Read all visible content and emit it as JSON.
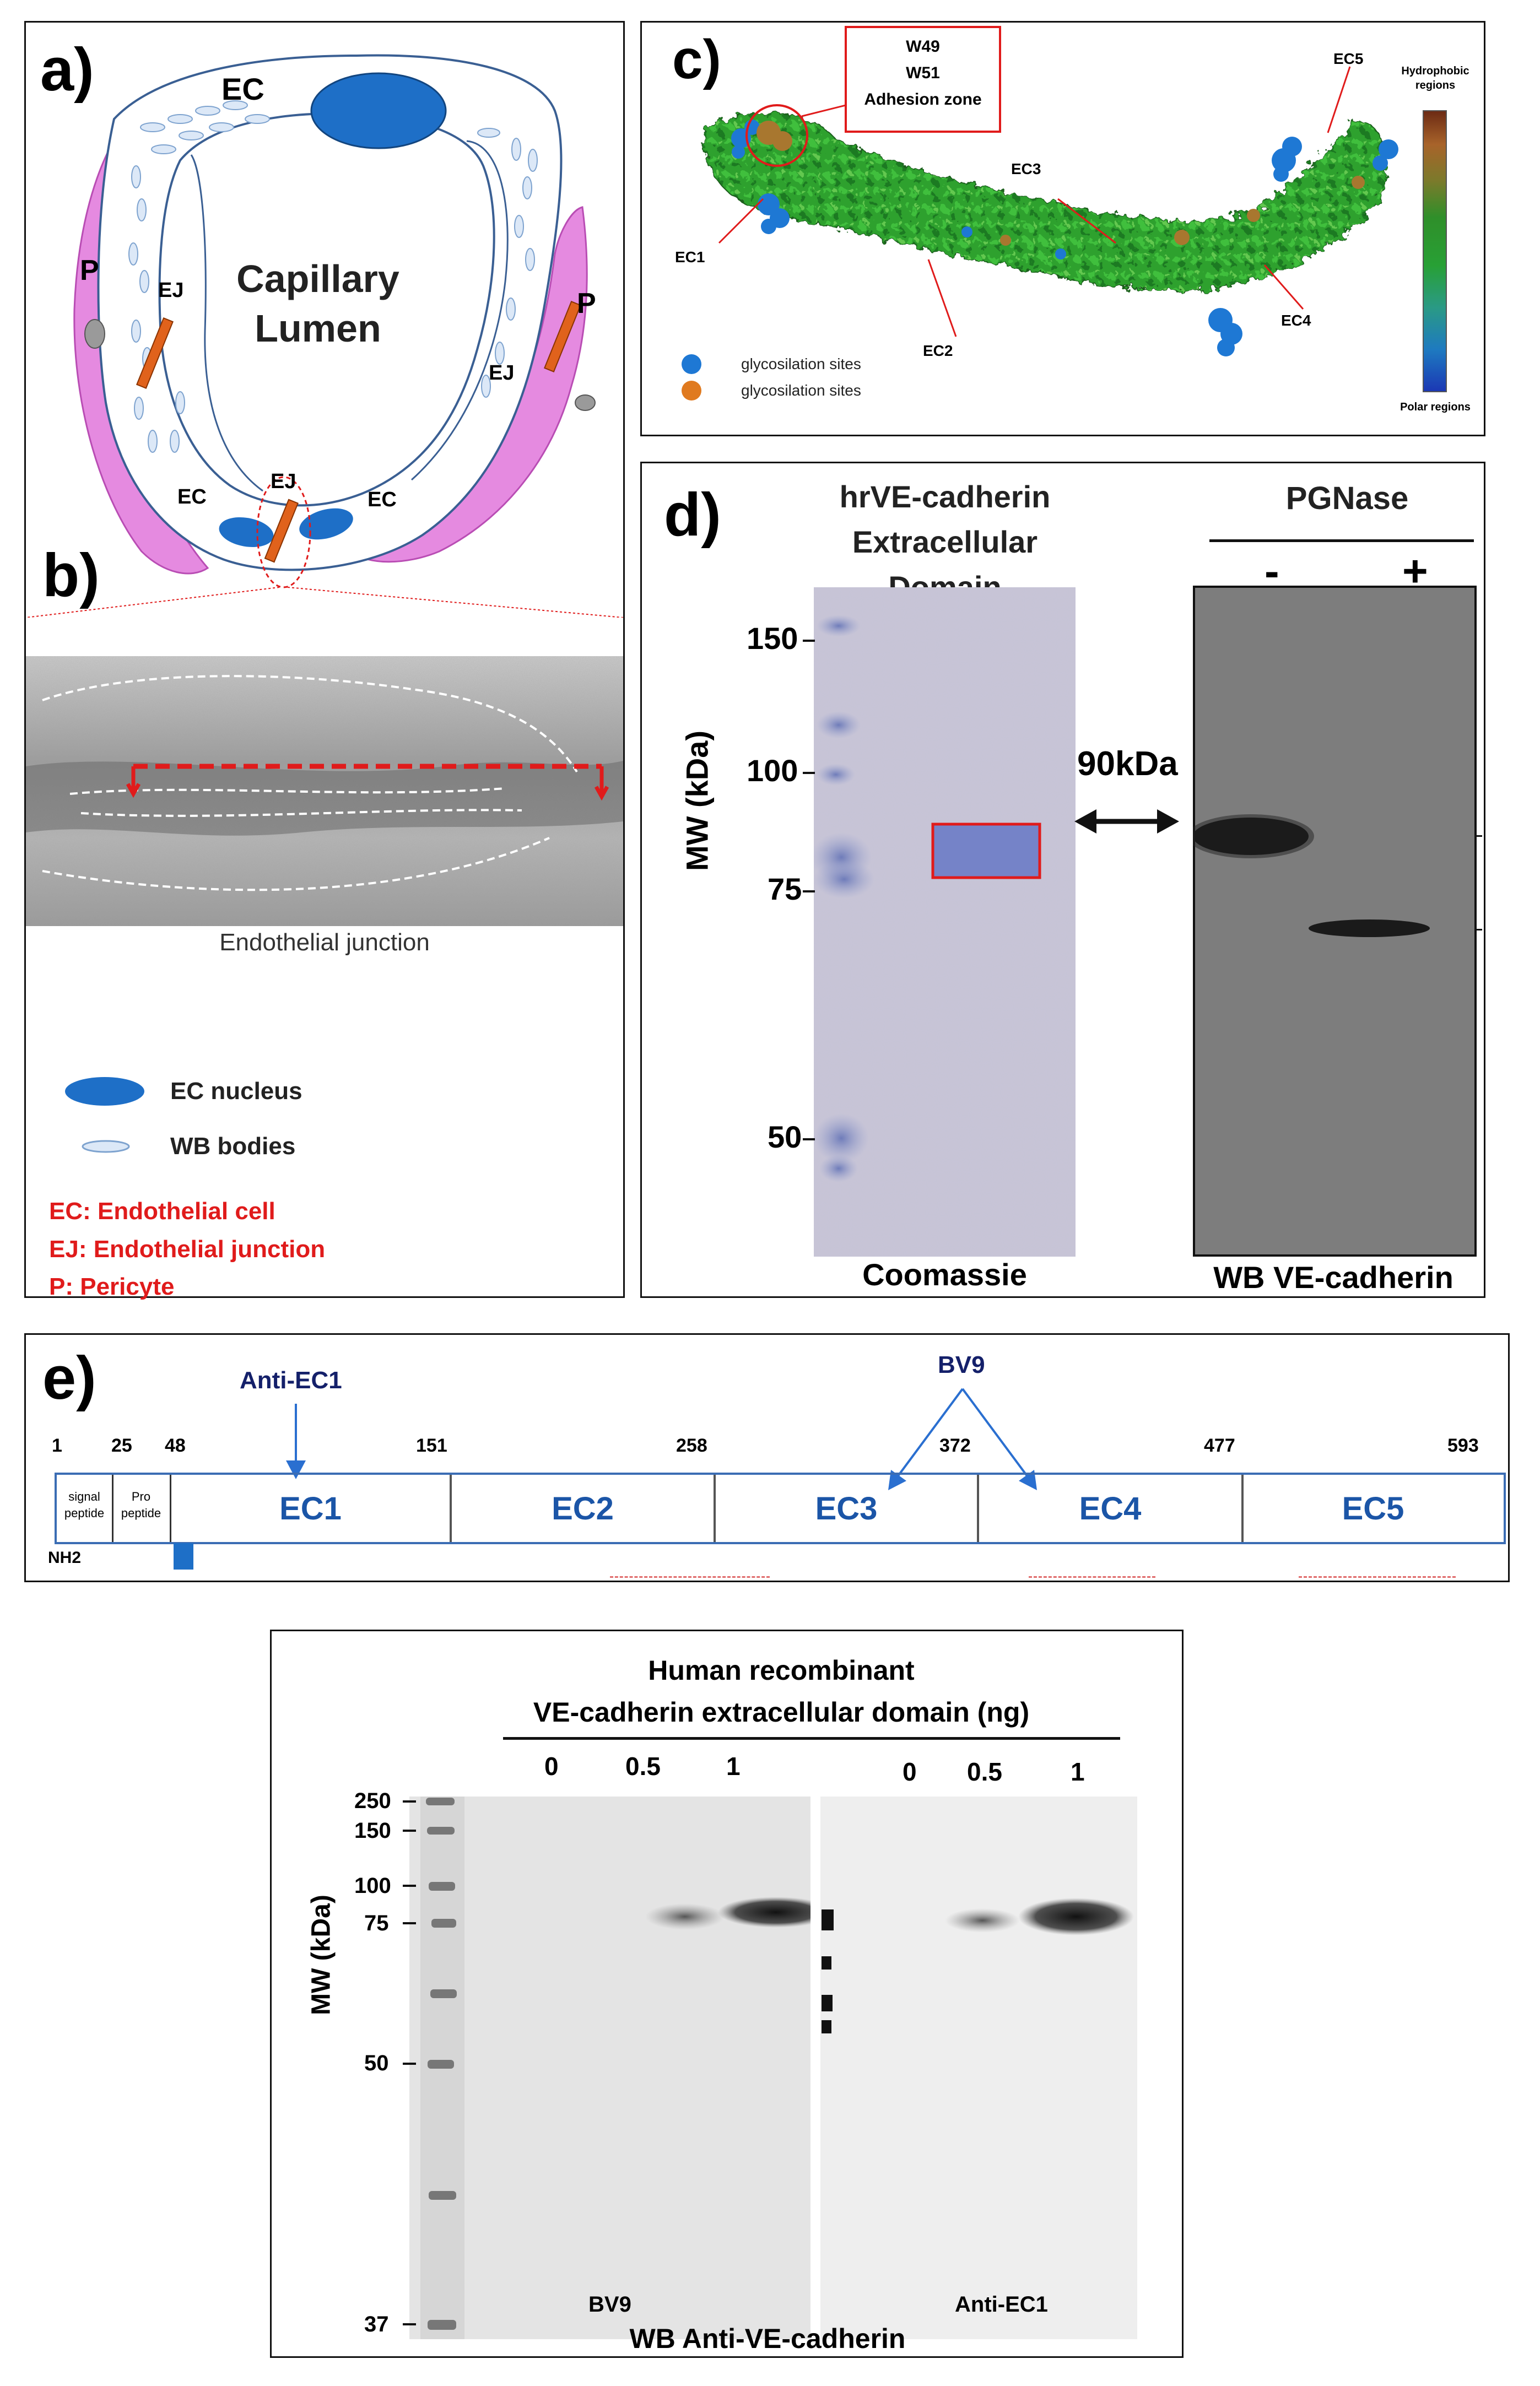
{
  "panel_a": {
    "label": "a)",
    "ec_top": "EC",
    "lumen_line1": "Capillary",
    "lumen_line2": "Lumen",
    "p_left": "P",
    "p_right": "P",
    "ej_left": "EJ",
    "ej_right": "EJ",
    "ej_bottom": "EJ",
    "ec_bottom_left": "EC",
    "ec_bottom_right": "EC"
  },
  "panel_b": {
    "label": "b)",
    "em_caption": "Endothelial junction",
    "legend": [
      {
        "icon": "ec-nucleus-icon",
        "text": "EC nucleus"
      },
      {
        "icon": "wb-bodies-icon",
        "text": "WB bodies"
      }
    ],
    "abbreviations": [
      "EC: Endothelial cell",
      "EJ: Endothelial junction",
      "P: Pericyte"
    ],
    "colors": {
      "magenta": "#e58ae0",
      "nucleus": "#1e6fc7",
      "junction": "#e0621c",
      "red": "#e01b1b"
    }
  },
  "panel_c": {
    "label": "c)",
    "callout": [
      "W49",
      "W51",
      "Adhesion zone"
    ],
    "domains": [
      "EC1",
      "EC2",
      "EC3",
      "EC4",
      "EC5"
    ],
    "legend": [
      {
        "icon": "blue-dot-icon",
        "text": "glycosilation sites",
        "color": "#1e78d4"
      },
      {
        "icon": "orange-dot-icon",
        "text": "glycosilation sites",
        "color": "#e07a1f"
      }
    ],
    "scale_top": "Hydrophobic regions",
    "scale_bottom": "Polar regions"
  },
  "panel_d": {
    "label": "d)",
    "title_line1": "hrVE-cadherin",
    "title_line2": "Extracellular Domain",
    "pgnase": "PGNase",
    "minus": "-",
    "plus": "+",
    "y_axis_label": "MW (kDa)",
    "ticks": [
      "150",
      "100",
      "75",
      "50"
    ],
    "band_label": "90kDa",
    "gel_caption": "Coomassie",
    "wb_caption": "WB VE-cadherin"
  },
  "panel_e": {
    "label": "e)",
    "anti_ec1": "Anti-EC1",
    "bv9": "BV9",
    "positions": [
      "1",
      "25",
      "48",
      "151",
      "258",
      "372",
      "477",
      "593"
    ],
    "signal_peptide": "signal peptide",
    "pro_peptide": "Pro peptide",
    "domains": [
      "EC1",
      "EC2",
      "EC3",
      "EC4",
      "EC5"
    ],
    "nh2": "NH2",
    "colors": {
      "navy": "#14206a",
      "domain_text": "#1b55a7",
      "border": "#3b6db4"
    }
  },
  "panel_f": {
    "title_line1": "Human recombinant",
    "title_line2": "VE-cadherin extracellular domain (ng)",
    "lanes_left": [
      "0",
      "0.5",
      "1"
    ],
    "lanes_right": [
      "0",
      "0.5",
      "1"
    ],
    "y_axis_label": "MW (kDa)",
    "ticks": [
      "250",
      "150",
      "100",
      "75",
      "50",
      "37"
    ],
    "caption_left": "BV9",
    "caption_right": "Anti-EC1",
    "bottom_caption": "WB Anti-VE-cadherin"
  }
}
